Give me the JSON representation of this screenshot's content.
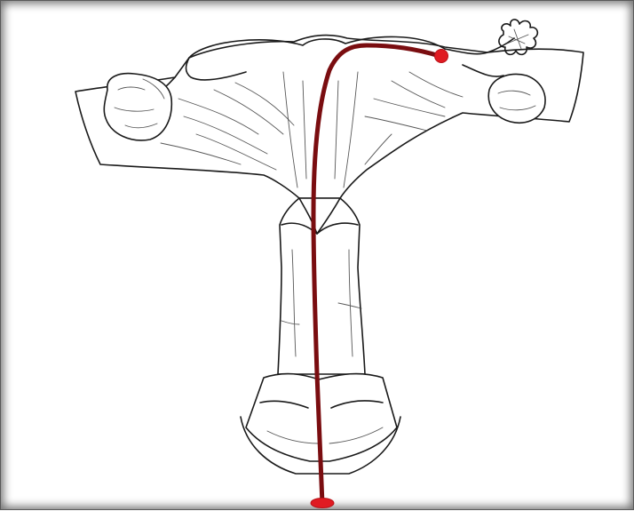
{
  "figure": {
    "colors": {
      "sketch_line": "#1a1a1a",
      "catheter": "#7a0d10",
      "marker": "#e01b22",
      "frame_border": "#5a5a5a",
      "background": "#ffffff"
    },
    "elements": [
      "uterus-outline-sketch",
      "left-ovary",
      "right-ovary",
      "right-fimbriae",
      "cervix",
      "catheter-line",
      "catheter-tip-marker",
      "catheter-entry-marker"
    ]
  }
}
